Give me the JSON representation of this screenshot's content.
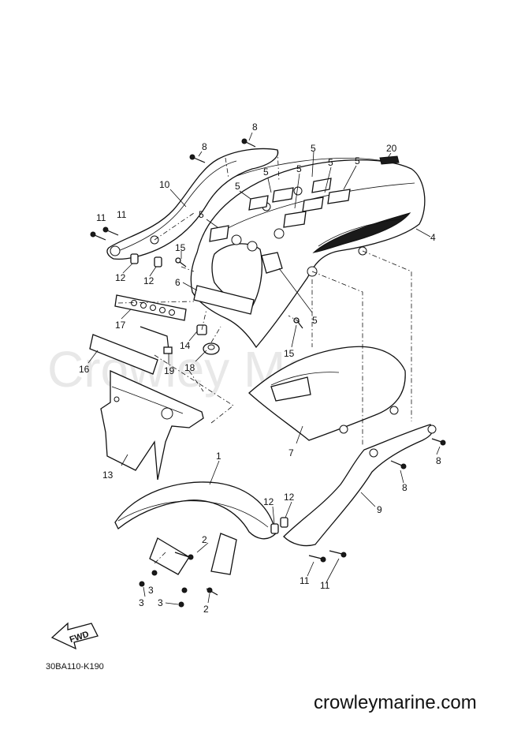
{
  "watermark": "Crowley Marine",
  "diagram_code": "30BA110-K190",
  "site_url": "crowleymarine.com",
  "fwd_label": "FWD",
  "callouts": {
    "p1": "1",
    "p2a": "2",
    "p2b": "2",
    "p3a": "3",
    "p3b": "3",
    "p3c": "3",
    "p4": "4",
    "p5a": "5",
    "p5b": "5",
    "p5c": "5",
    "p5d": "5",
    "p5e": "5",
    "p5f": "5",
    "p5g": "5",
    "p5h": "5",
    "p6": "6",
    "p7": "7",
    "p8a": "8",
    "p8b": "8",
    "p8c": "8",
    "p8d": "8",
    "p9": "9",
    "p10": "10",
    "p11a": "11",
    "p11b": "11",
    "p11c": "11",
    "p11d": "11",
    "p12a": "12",
    "p12b": "12",
    "p12c": "12",
    "p12d": "12",
    "p13": "13",
    "p14": "14",
    "p15a": "15",
    "p15b": "15",
    "p16": "16",
    "p17": "17",
    "p18": "18",
    "p19": "19",
    "p20": "20"
  }
}
